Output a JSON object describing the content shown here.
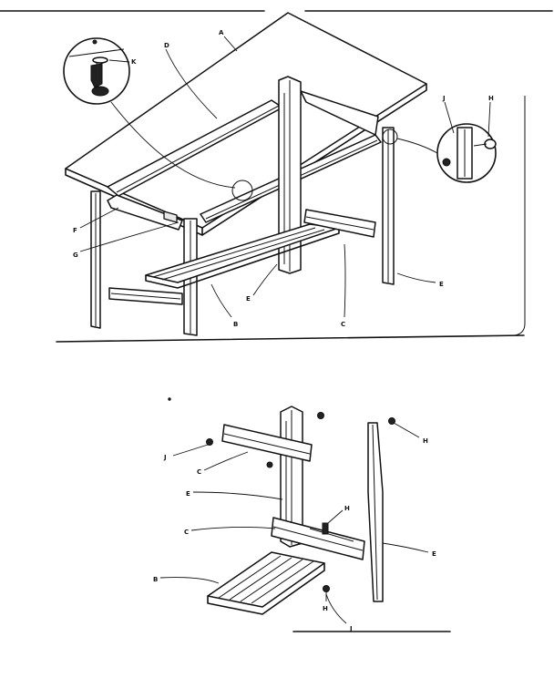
{
  "labels": {
    "a": "A",
    "b": "B",
    "c": "C",
    "d": "D",
    "e": "E",
    "f": "F",
    "g": "G",
    "h": "H",
    "j": "J",
    "k": "K"
  }
}
